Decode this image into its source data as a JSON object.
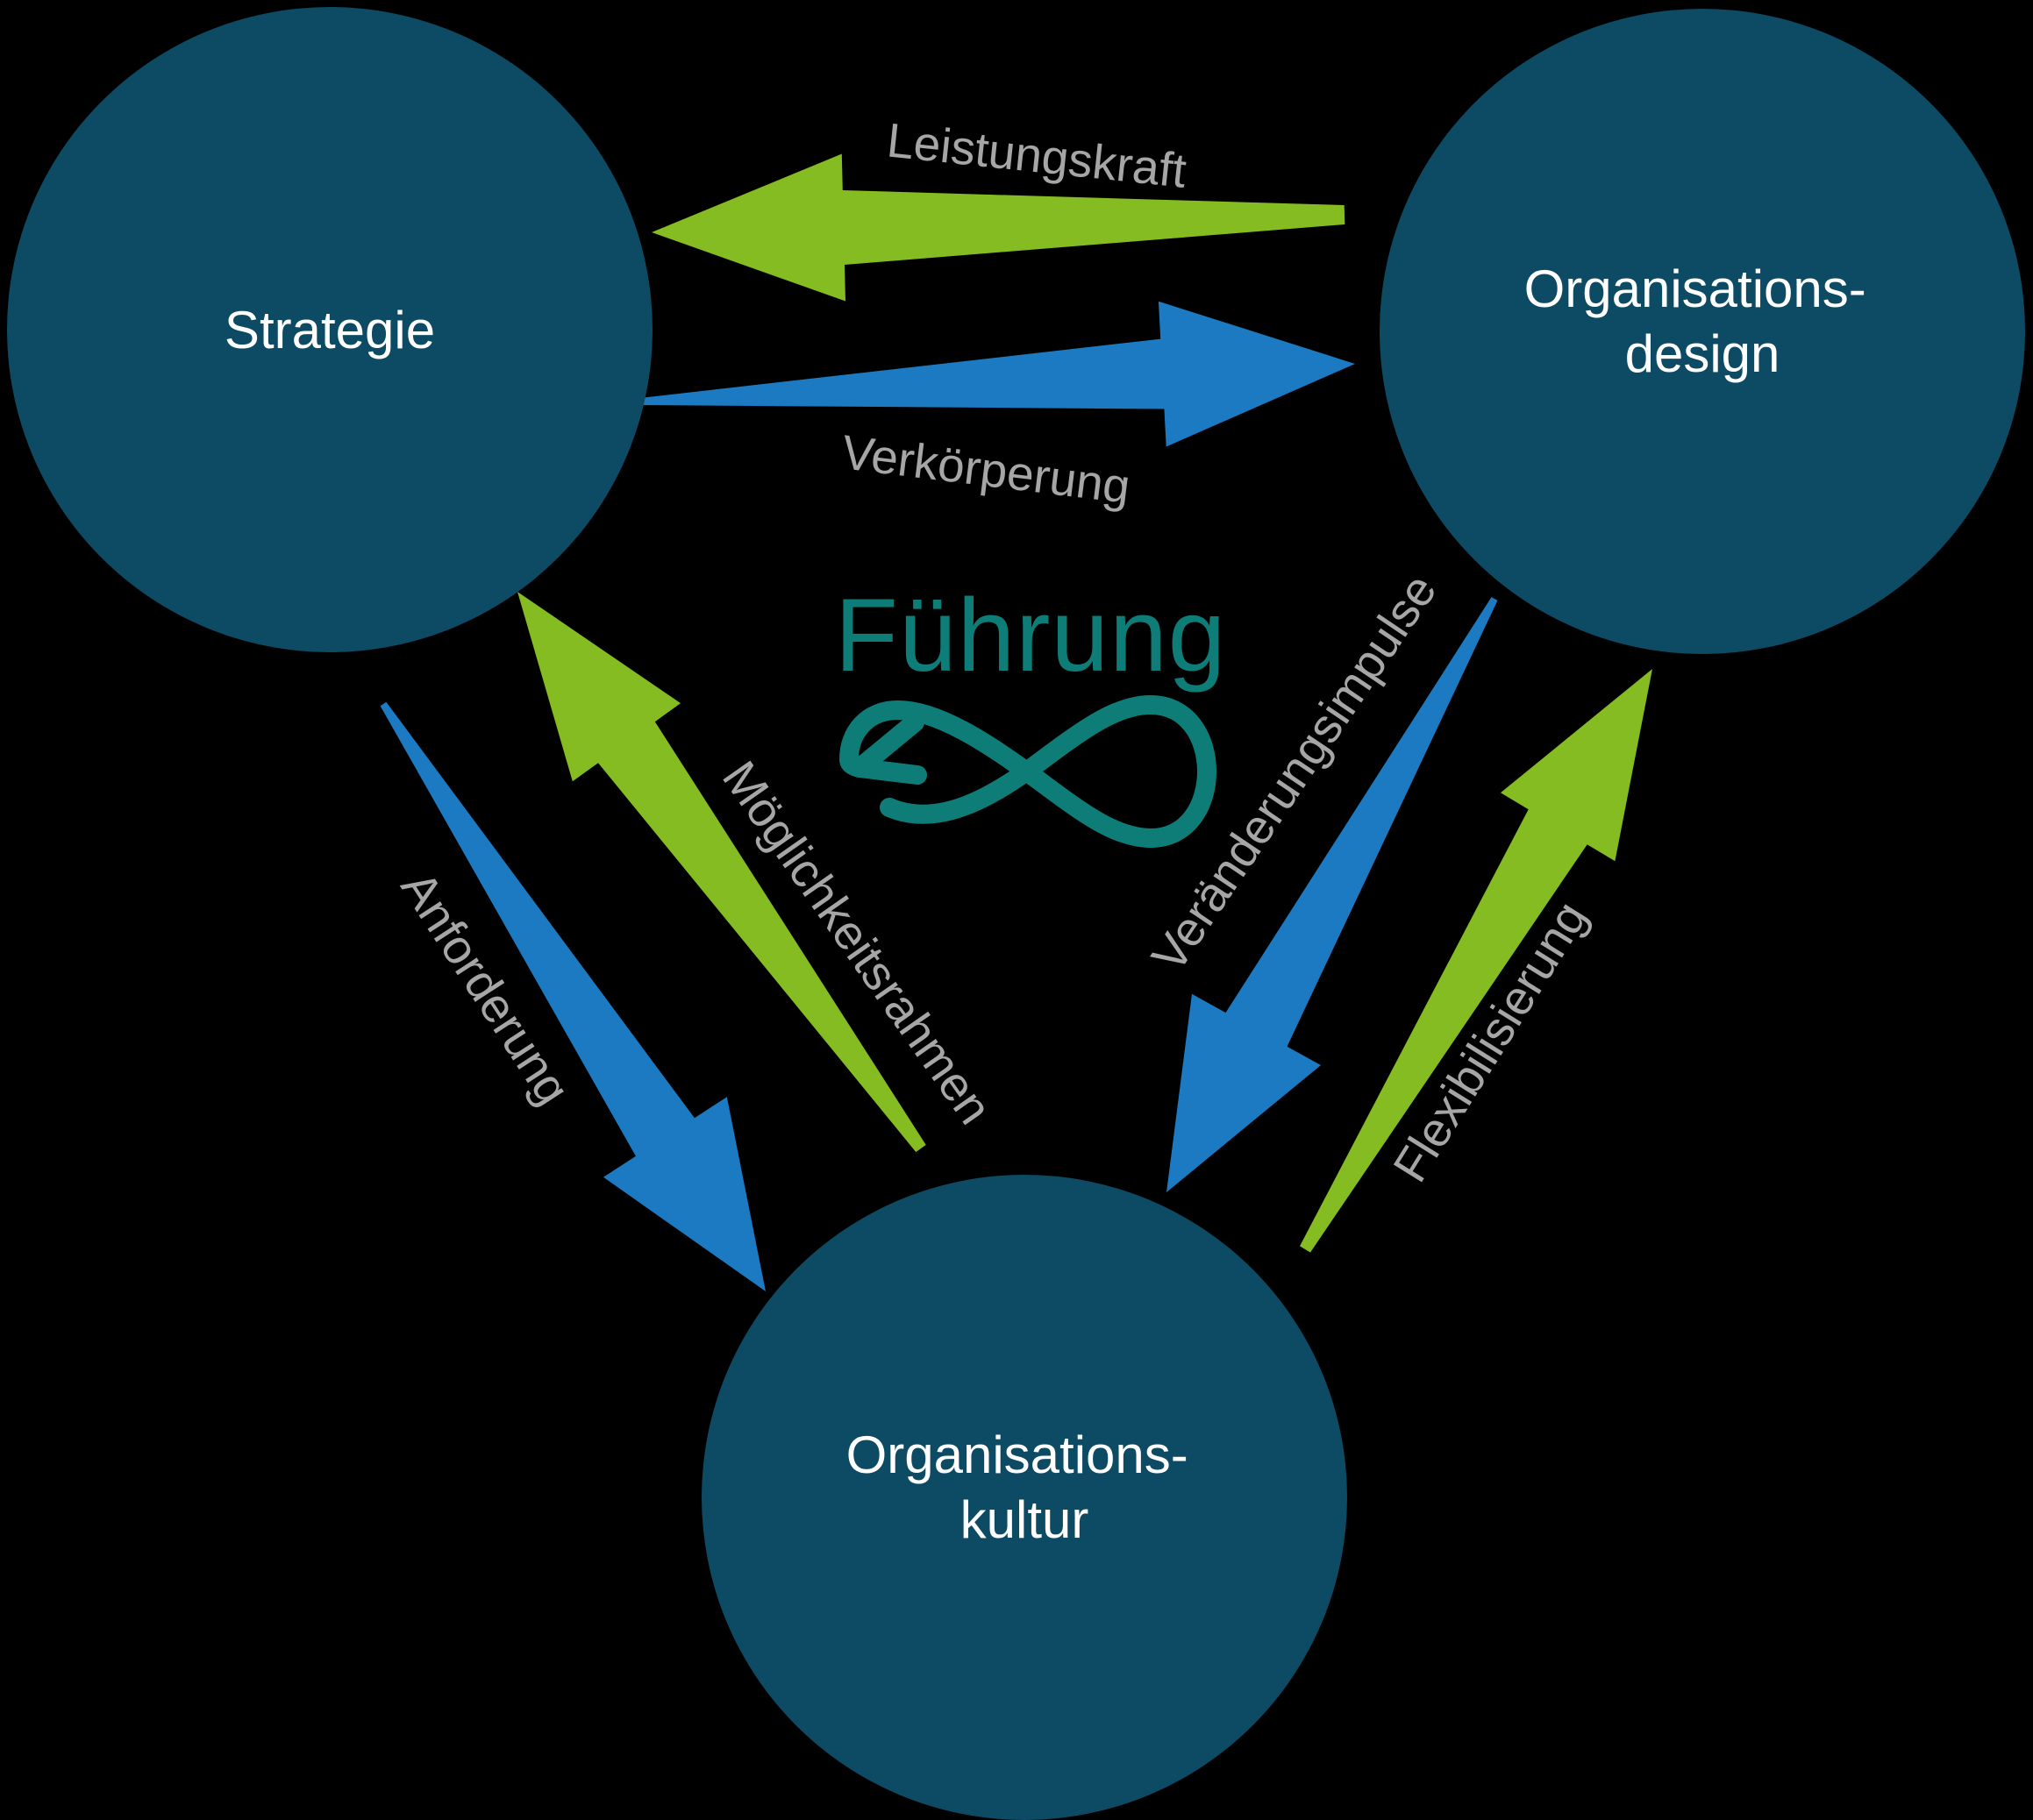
{
  "colors": {
    "background": "#000000",
    "node_fill": "#0d4a63",
    "node_text": "#ffffff",
    "green_arrow": "#85bc22",
    "blue_arrow": "#1b7ac1",
    "center_teal": "#0e7d78",
    "label_gray": "#a6a6a6"
  },
  "nodes": {
    "strategie": {
      "label": "Strategie"
    },
    "organisationsdesign": {
      "line1": "Organisations-",
      "line2": "design"
    },
    "organisationskultur": {
      "line1": "Organisations-",
      "line2": "kultur"
    }
  },
  "center": {
    "label": "Führung",
    "symbol": "infinity-loop-arrow-icon"
  },
  "arrows": {
    "leistungskraft": {
      "label": "Leistungskraft",
      "color": "green",
      "from": "Organisationsdesign",
      "to": "Strategie"
    },
    "verkoerperung": {
      "label": "Verkörperung",
      "color": "blue",
      "from": "Strategie",
      "to": "Organisationsdesign"
    },
    "anforderung": {
      "label": "Anforderung",
      "color": "blue",
      "from": "Strategie",
      "to": "Organisationskultur"
    },
    "moeglichkeitsrahmen": {
      "label": "Möglichkeitsrahmen",
      "color": "green",
      "from": "Organisationskultur",
      "to": "Strategie"
    },
    "veraenderungsimpulse": {
      "label": "Veränderungsimpulse",
      "color": "blue",
      "from": "Organisationsdesign",
      "to": "Organisationskultur"
    },
    "flexibilisierung": {
      "label": "Flexibilisierung",
      "color": "green",
      "from": "Organisationskultur",
      "to": "Organisationsdesign"
    }
  }
}
